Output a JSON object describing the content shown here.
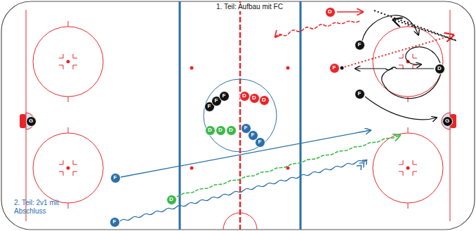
{
  "diagram": {
    "nodes": [
      {
        "text": [
          "D"
        ]
      },
      {
        "text": [
          "F"
        ]
      },
      {
        "text": [
          "F"
        ]
      },
      {
        "text": [
          "D"
        ]
      },
      {
        "text": [
          "F"
        ]
      },
      {
        "text": [
          "F"
        ]
      },
      {
        "text": [
          "F"
        ]
      },
      {
        "text": [
          "F"
        ]
      },
      {
        "text": [
          "D"
        ]
      },
      {
        "text": [
          "D"
        ]
      },
      {
        "text": [
          "D"
        ]
      },
      {
        "text": [
          "G"
        ]
      },
      {
        "text": [
          "G"
        ]
      },
      {
        "text": [
          "D"
        ]
      },
      {
        "text": [
          "D"
        ]
      },
      {
        "text": [
          "D"
        ]
      },
      {
        "text": [
          "F"
        ]
      },
      {
        "text": [
          "F"
        ]
      },
      {
        "text": [
          "F"
        ]
      },
      {
        "text": [
          "F"
        ]
      },
      {
        "text": [
          "D"
        ]
      },
      {
        "text": [
          "F"
        ]
      }
    ],
    "labels": [
      "1. Teil: Aufbau mit FC",
      "2. Teil: 2v1 mit Abschluss"
    ]
  }
}
